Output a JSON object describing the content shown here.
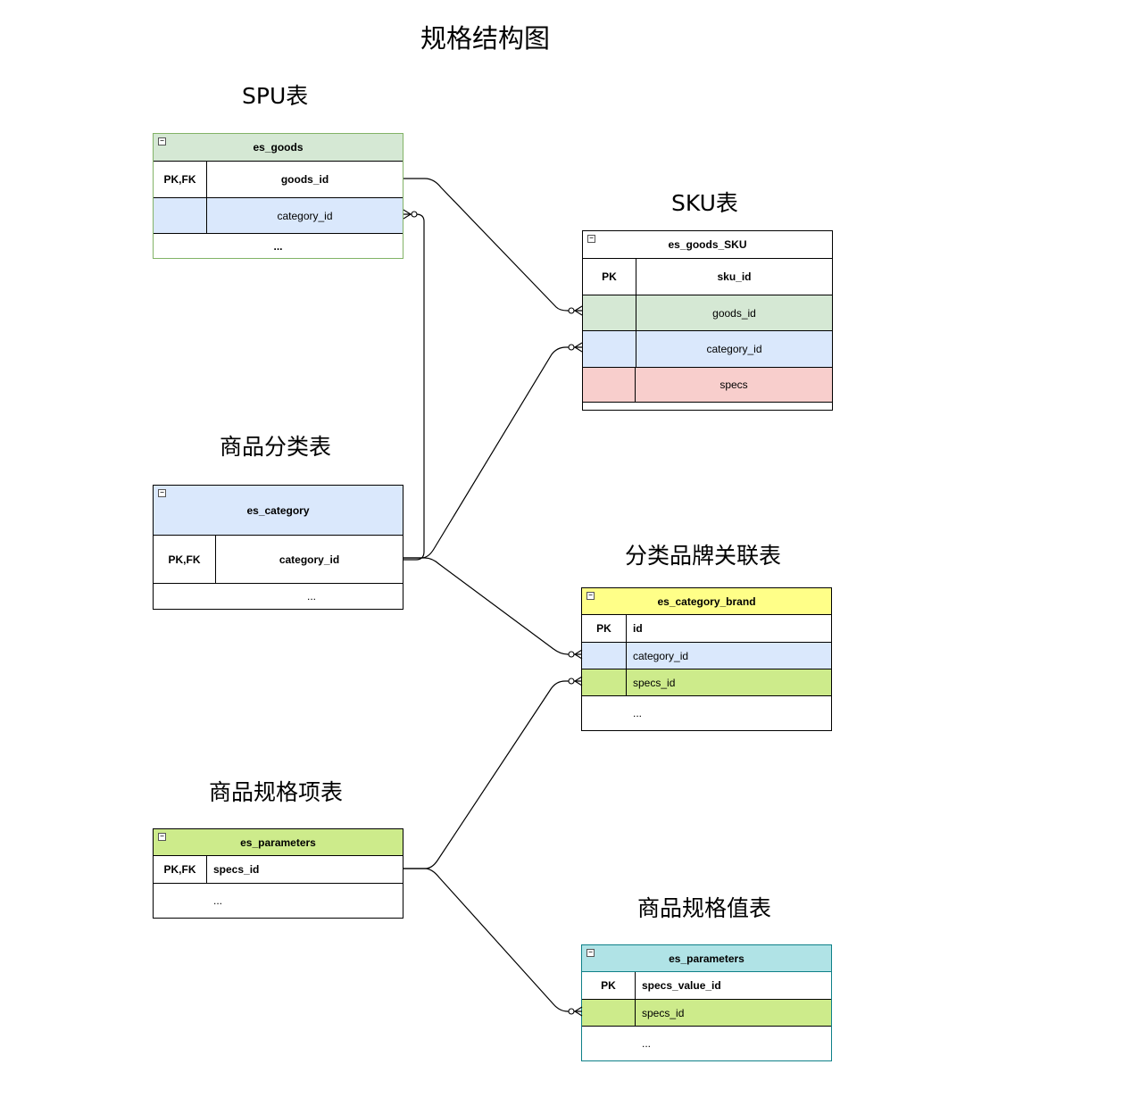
{
  "title": "规格结构图",
  "headings": {
    "spu": "SPU表",
    "sku": "SKU表",
    "category": "商品分类表",
    "category_brand": "分类品牌关联表",
    "param_item": "商品规格项表",
    "param_value": "商品规格值表"
  },
  "tables": {
    "es_goods": {
      "name": "es_goods",
      "rows": [
        {
          "key": "PK,FK",
          "field": "goods_id"
        },
        {
          "key": "",
          "field": "category_id"
        }
      ],
      "more": "..."
    },
    "es_goods_sku": {
      "name": "es_goods_SKU",
      "rows": [
        {
          "key": "PK",
          "field": "sku_id"
        },
        {
          "key": "",
          "field": "goods_id"
        },
        {
          "key": "",
          "field": "category_id"
        },
        {
          "key": "",
          "field": "specs"
        }
      ]
    },
    "es_category": {
      "name": "es_category",
      "rows": [
        {
          "key": "PK,FK",
          "field": "category_id"
        }
      ],
      "more": "..."
    },
    "es_category_brand": {
      "name": "es_category_brand",
      "rows": [
        {
          "key": "PK",
          "field": "id"
        },
        {
          "key": "",
          "field": "category_id"
        },
        {
          "key": "",
          "field": "specs_id"
        }
      ],
      "more": "..."
    },
    "es_parameters_item": {
      "name": "es_parameters",
      "rows": [
        {
          "key": "PK,FK",
          "field": "specs_id"
        }
      ],
      "more": "..."
    },
    "es_parameters_value": {
      "name": "es_parameters",
      "rows": [
        {
          "key": "PK",
          "field": "specs_value_id"
        },
        {
          "key": "",
          "field": "specs_id"
        }
      ],
      "more": "..."
    }
  },
  "colors": {
    "green_light": "#d5e8d4",
    "blue_light": "#dae8fc",
    "red_light": "#f8cecc",
    "yellow": "#ffff88",
    "lime": "#cdeb8b",
    "cyan": "#b0e3e6",
    "green_border": "#82b366",
    "cyan_border": "#0e8088"
  },
  "icons": {
    "collapse": "minus-box-icon",
    "crow_foot": "crows-foot-optional-many-icon"
  }
}
